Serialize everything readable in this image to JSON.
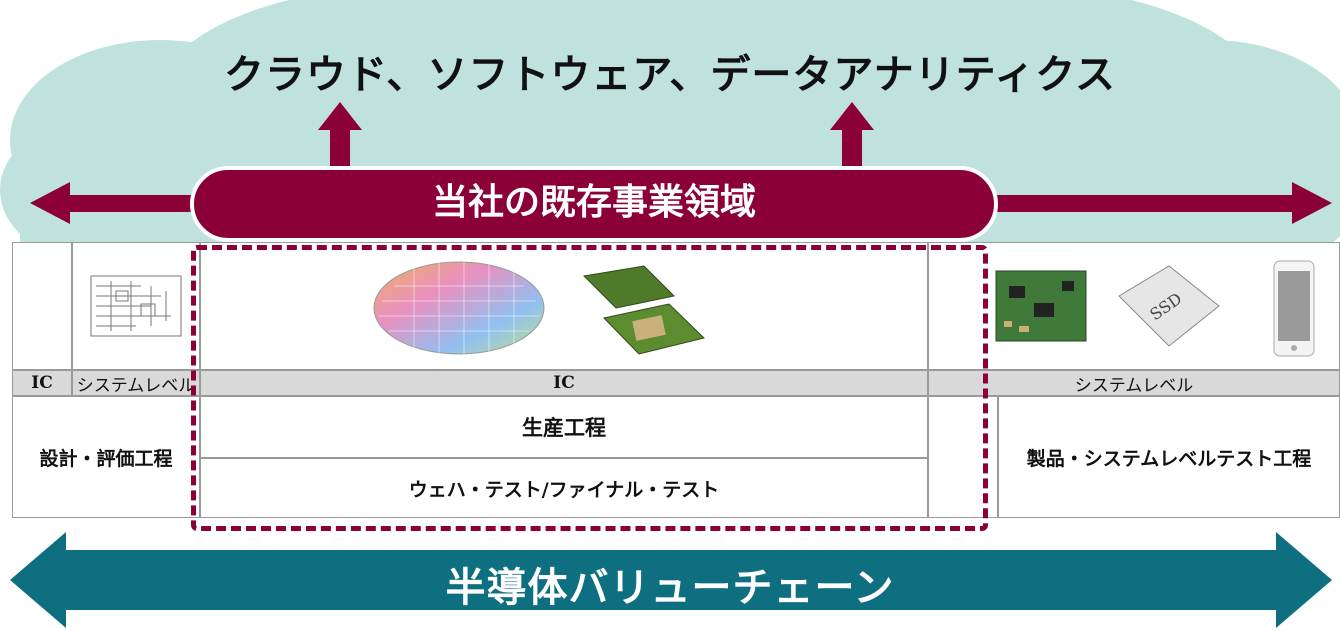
{
  "cloud": {
    "title": "クラウド、ソフトウェア、データアナリティクス",
    "color": "#bfe3dc"
  },
  "business": {
    "label": "当社の既存事業領域",
    "color": "#8b0036"
  },
  "table": {
    "left": {
      "ic_label": "IC",
      "system_label": "システムレベル",
      "process_label": "設計・評価工程"
    },
    "middle": {
      "ic_label": "IC",
      "production_label": "生産工程",
      "test_label": "ウェハ・テスト/ファイナル・テスト"
    },
    "right": {
      "system_label": "システムレベル",
      "process_label": "製品・システムレベルテスト工程",
      "ssd_label": "SSD"
    }
  },
  "value_chain": {
    "label": "半導体バリューチェーン",
    "color": "#0e6f80"
  }
}
